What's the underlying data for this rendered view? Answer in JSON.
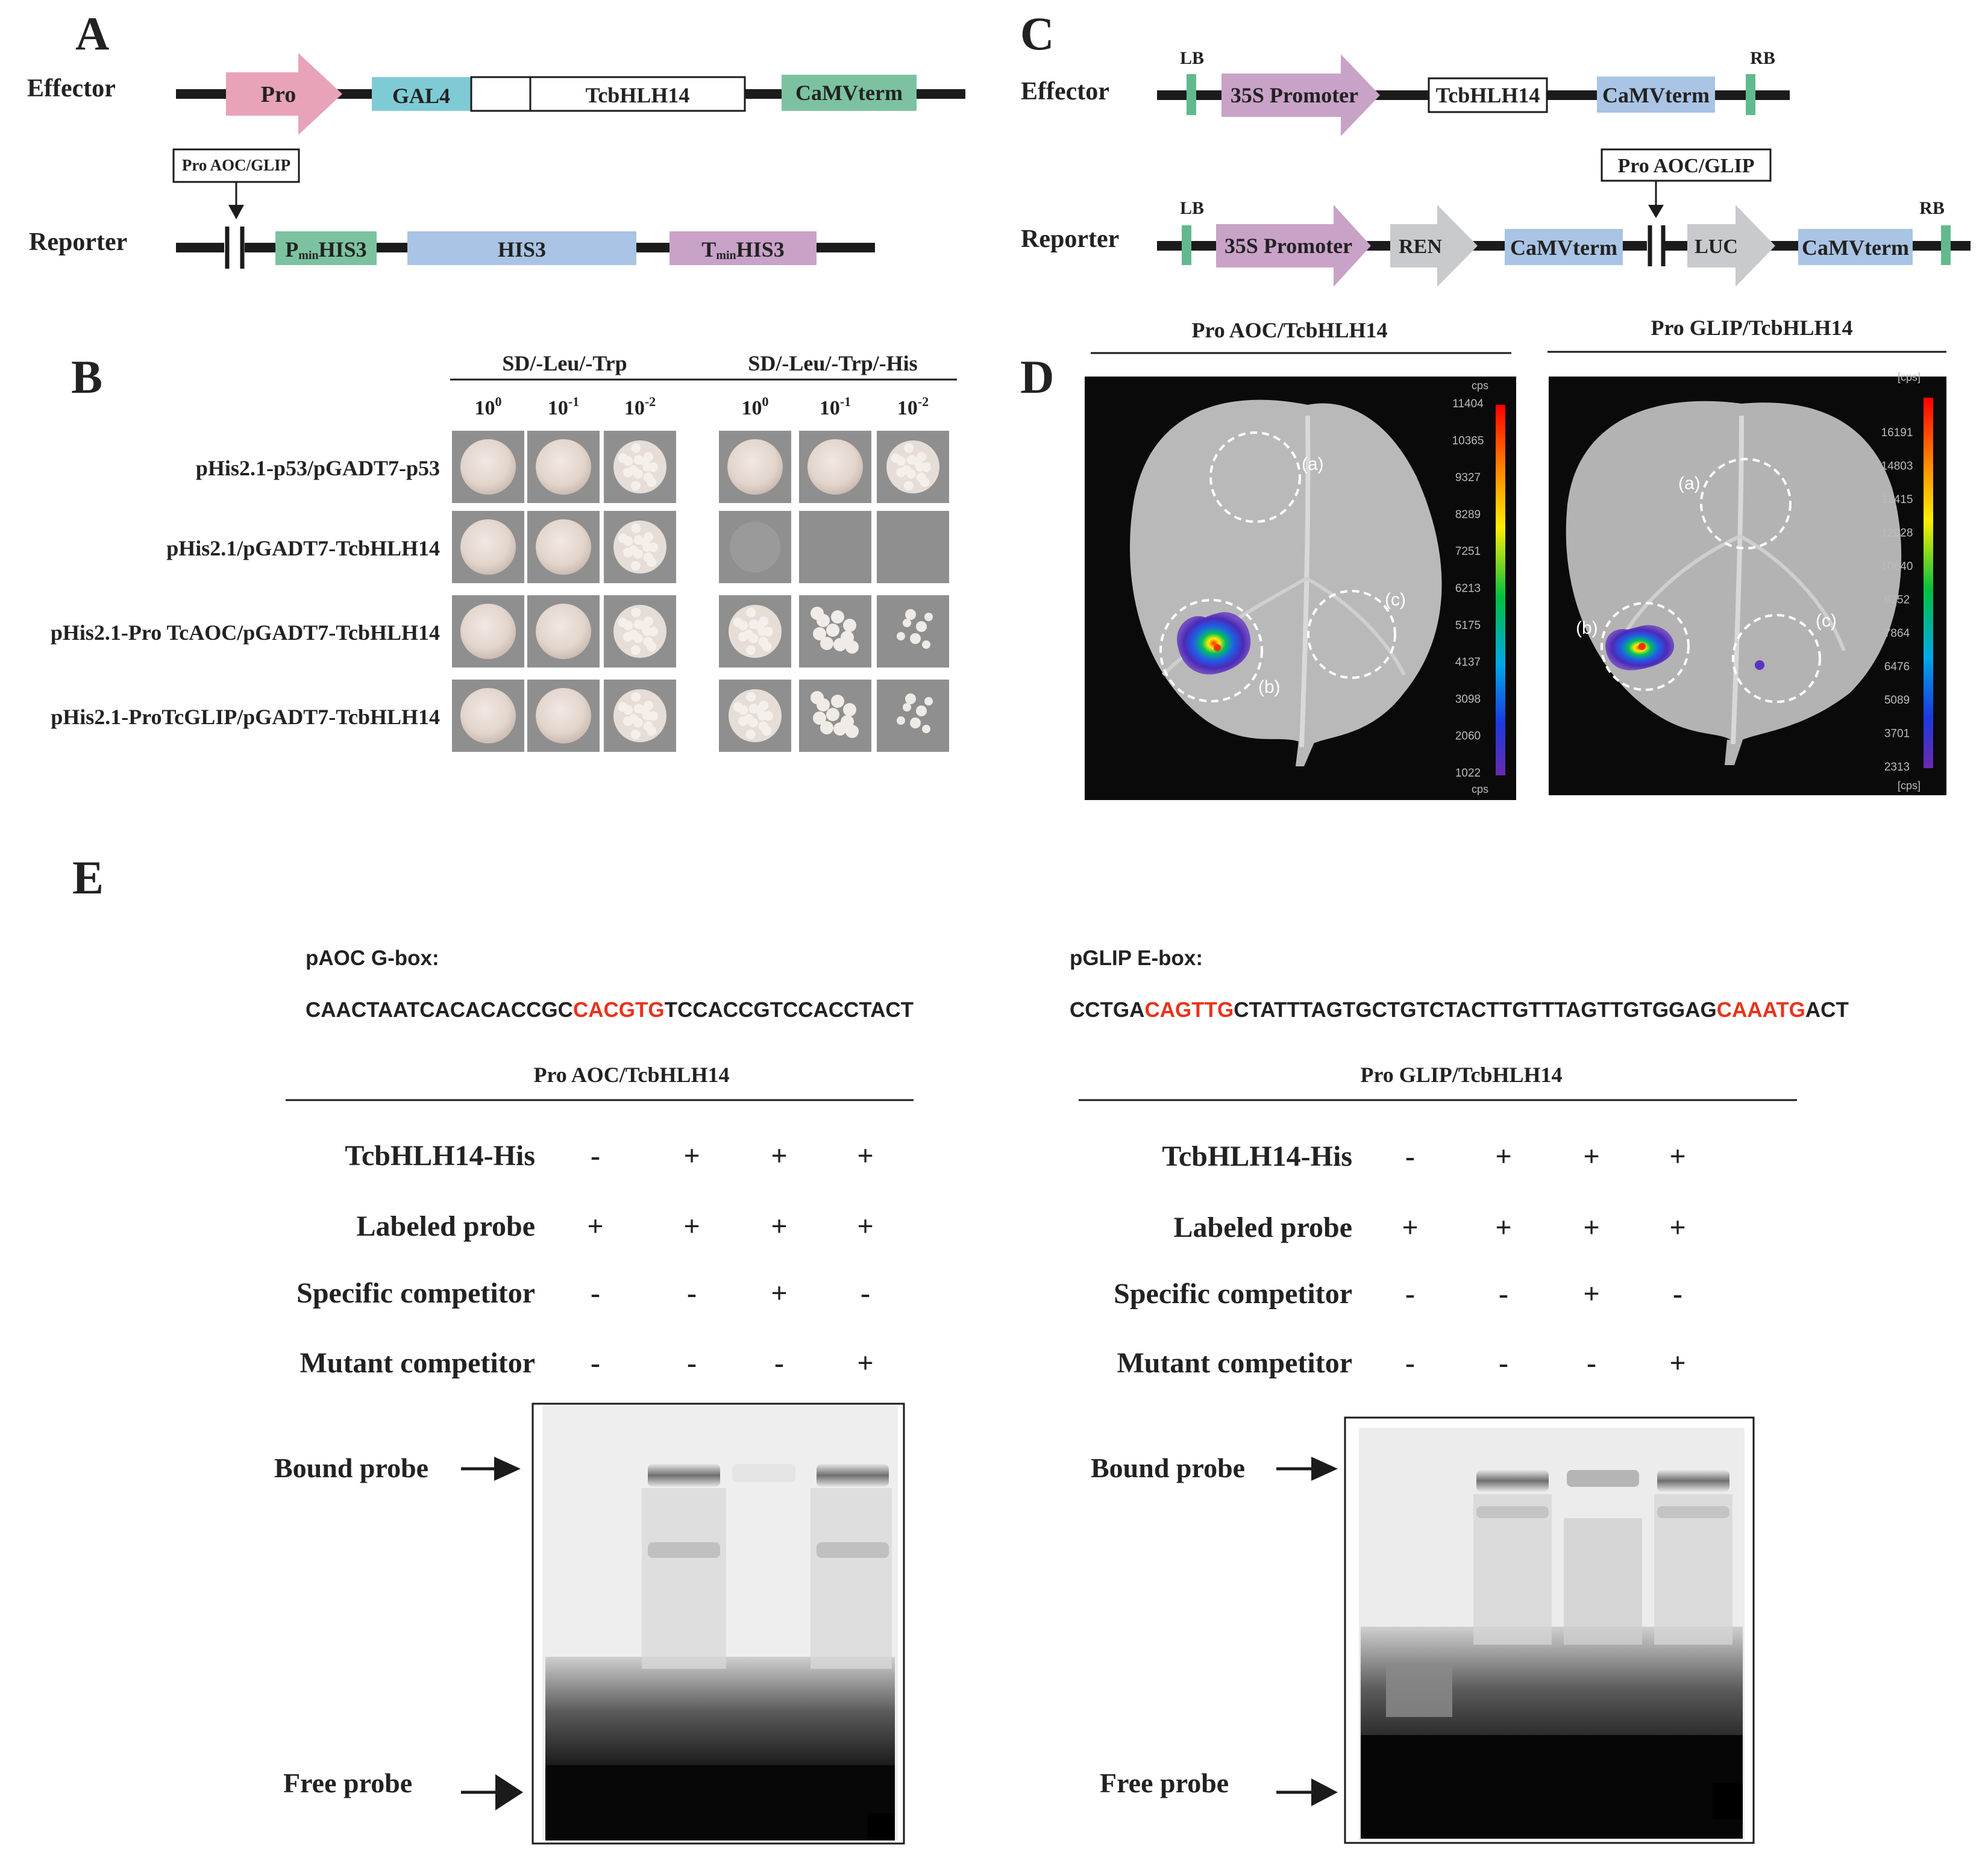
{
  "colors": {
    "pro_pink": "#e8a3b8",
    "gal4_cyan": "#7ecbd6",
    "green": "#7cc2a0",
    "blue": "#a9c4e4",
    "purple": "#c9a2c8",
    "grey": "#c8cacd",
    "lb_green": "#63b98e",
    "red_seq": "#e8331c"
  },
  "panel_a": {
    "letter": "A",
    "effector_label": "Effector",
    "pro": "Pro",
    "gal4": "GAL4",
    "tcbhlh14": "TcbHLH14",
    "camv": "CaMVterm",
    "insert_label": "Pro AOC/GLIP",
    "reporter_label": "Reporter",
    "pmin_p": "P",
    "pmin_min": "min",
    "pmin_his3": "HIS3",
    "his3": "HIS3",
    "tmin_t": "T",
    "tmin_min": "min",
    "tmin_his3": "HIS3"
  },
  "panel_b": {
    "letter": "B",
    "media": [
      "SD/-Leu/-Trp",
      "SD/-Leu/-Trp/-His"
    ],
    "dilution_base": "10",
    "dilution_exps": [
      "0",
      "-1",
      "-2",
      "0",
      "-1",
      "-2"
    ],
    "rows": [
      "pHis2.1-p53/pGADT7-p53",
      "pHis2.1/pGADT7-TcbHLH14",
      "pHis2.1-Pro TcAOC/pGADT7-TcbHLH14",
      "pHis2.1-ProTcGLIP/pGADT7-TcbHLH14"
    ]
  },
  "panel_c": {
    "letter": "C",
    "effector_label": "Effector",
    "reporter_label": "Reporter",
    "lb": "LB",
    "rb": "RB",
    "promoter": "35S Promoter",
    "tcbhlh14": "TcbHLH14",
    "camv": "CaMVterm",
    "insert_label": "Pro AOC/GLIP",
    "ren": "REN",
    "luc": "LUC"
  },
  "panel_d": {
    "letter": "D",
    "left_title": "Pro AOC/TcbHLH14",
    "right_title": "Pro GLIP/TcbHLH14",
    "circle_labels": [
      "(a)",
      "(b)",
      "(c)"
    ],
    "left_scale_unit": "cps",
    "left_scale": [
      "11404",
      "10365",
      "9327",
      "8289",
      "7251",
      "6213",
      "5175",
      "4137",
      "3098",
      "2060",
      "1022"
    ],
    "right_scale_unit": "[cps]",
    "right_scale": [
      "16191",
      "14803",
      "13415",
      "12028",
      "10640",
      "9252",
      "7864",
      "6476",
      "5089",
      "3701",
      "2313"
    ]
  },
  "panel_e": {
    "letter": "E",
    "left_box_label": "pAOC G-box:",
    "left_seq": [
      "CAACTAATCACACACCGC",
      "CACGTG",
      "TCCACCGTCCACCTACT"
    ],
    "right_box_label": "pGLIP E-box:",
    "right_seq": [
      "CCTGA",
      "CAGTTG",
      "CTATTTAGTGCTGTCTACTTGTTTAGTTGTGGAG",
      "CAAATG",
      "ACT"
    ],
    "left_title": "Pro AOC/TcbHLH14",
    "right_title": "Pro GLIP/TcbHLH14",
    "row_labels": [
      "TcbHLH14-His",
      "Labeled probe",
      "Specific competitor",
      "Mutant competitor"
    ],
    "signs": [
      [
        "-",
        "+",
        "+",
        "+"
      ],
      [
        "+",
        "+",
        "+",
        "+"
      ],
      [
        "-",
        "-",
        "+",
        "-"
      ],
      [
        "-",
        "-",
        "-",
        "+"
      ]
    ],
    "bound_label": "Bound probe",
    "free_label": "Free probe"
  }
}
